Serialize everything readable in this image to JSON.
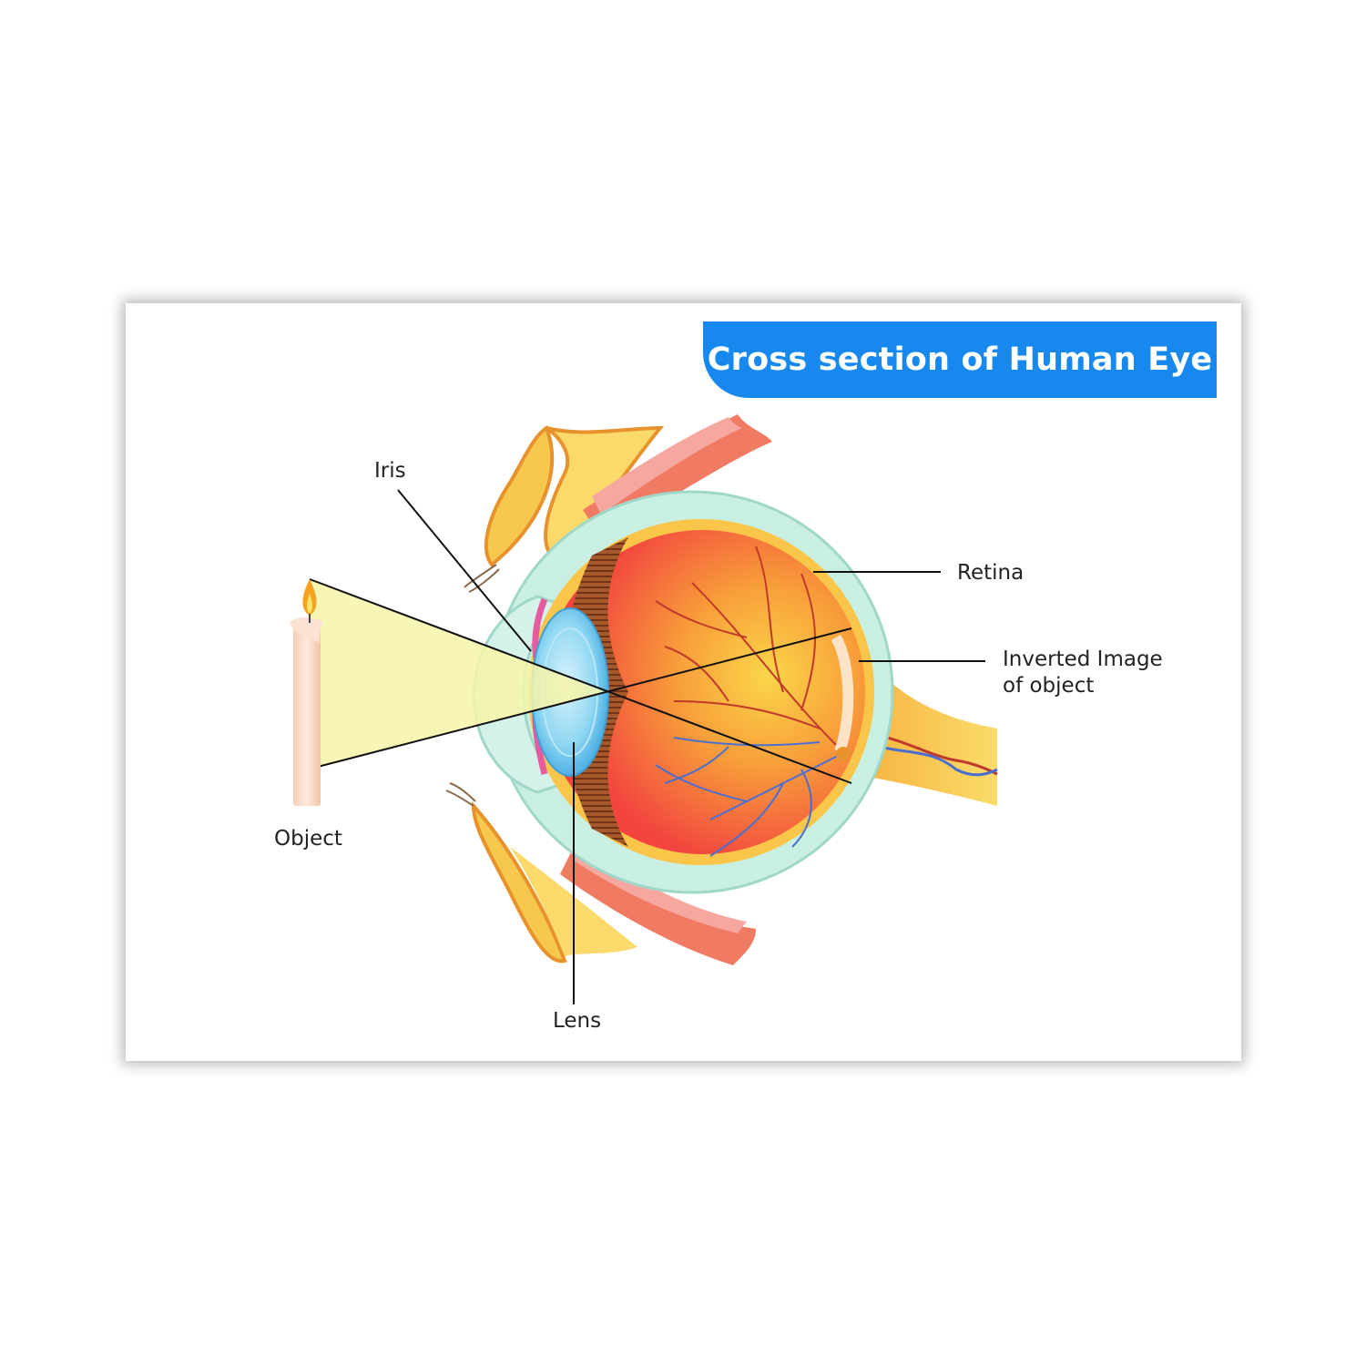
{
  "title": "Cross section of Human Eye",
  "labels": {
    "iris": "Iris",
    "retina": "Retina",
    "inverted_image_line1": "Inverted Image",
    "inverted_image_line2": "of object",
    "object": "Object",
    "lens": "Lens"
  },
  "colors": {
    "title_bg": "#1789ee",
    "title_text": "#ffffff",
    "light_cone": "#f7f5a8",
    "sclera": "#c9efe2",
    "eye_interior": "#f45a48",
    "lens": "#8fd6f2",
    "ciliary_body": "#8a4a2a",
    "blood_vessels": "#c0392b",
    "veins": "#4a6fd0",
    "muscle": "#f07a62",
    "fat_tissue": "#f7c84e",
    "optic_nerve": "#f7c84e"
  }
}
